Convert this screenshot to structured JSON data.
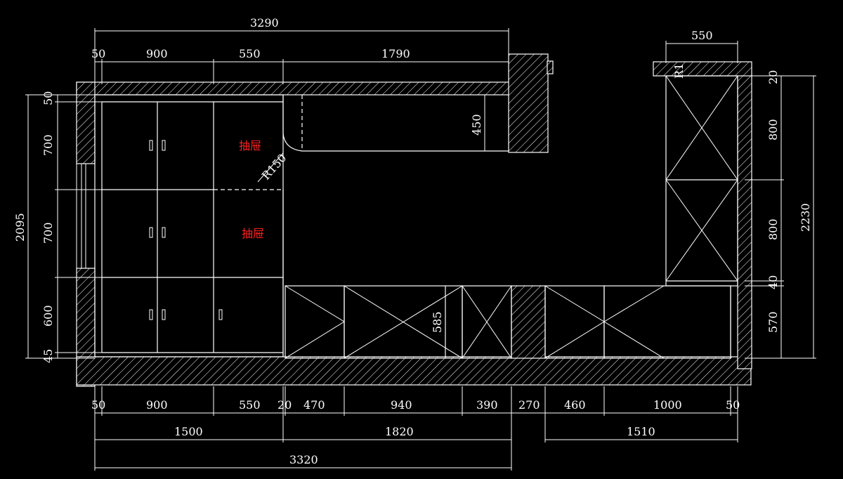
{
  "labels": {
    "drawer": "抽屉",
    "radius": "R150",
    "r_small": "R1"
  },
  "dims": {
    "top_total": "3290",
    "top_50": "50",
    "top_900": "900",
    "top_550": "550",
    "top_1790": "1790",
    "right_top_550": "550",
    "left_50": "50",
    "left_700a": "700",
    "left_700b": "700",
    "left_600": "600",
    "left_45": "45",
    "left_total": "2095",
    "mid_450": "450",
    "mid_585": "585",
    "right_20": "20",
    "right_800a": "800",
    "right_800b": "800",
    "right_40": "40",
    "right_570": "570",
    "right_total": "2230",
    "bot_50a": "50",
    "bot_900": "900",
    "bot_550": "550",
    "bot_20": "20",
    "bot_470": "470",
    "bot_940": "940",
    "bot_390": "390",
    "bot_270": "270",
    "bot_460": "460",
    "bot_1000": "1000",
    "bot_50b": "50",
    "bot_1500": "1500",
    "bot_1820": "1820",
    "bot_1510": "1510",
    "bot_3320": "3320"
  }
}
